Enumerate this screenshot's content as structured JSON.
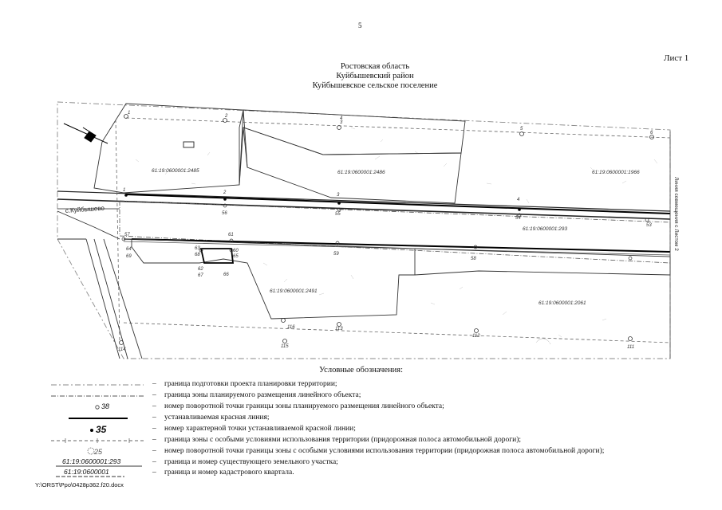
{
  "page_number": "5",
  "sheet_label": "Лист 1",
  "title": {
    "region": "Ростовская область",
    "district": "Куйбышевский район",
    "settlement": "Куйбышевское сельское поселение"
  },
  "plan": {
    "parcels": [
      "61:19:0600001:2485",
      "61:19:0600001:2486",
      "61:19:0600001:1966",
      "61:19:0600001:293",
      "61:19:0600001:2491",
      "61:19:0600001:2061"
    ],
    "village_label": "с.Куйбышево",
    "side_note": "Линия совмещения с Листом 2",
    "points_zone": [
      "1",
      "2",
      "3",
      "4",
      "5",
      "6",
      "111",
      "112",
      "113",
      "114",
      "115",
      "116"
    ],
    "points_boundary": [
      "56",
      "55",
      "54",
      "53",
      "57",
      "60",
      "61",
      "62",
      "63",
      "65",
      "66",
      "67",
      "68",
      "69",
      "64",
      "59",
      "58"
    ],
    "points_red_line": [
      "1",
      "2",
      "3",
      "4"
    ]
  },
  "legend": {
    "title": "Условные обозначения:",
    "dash": "–",
    "items": [
      {
        "symbol": "",
        "text": "граница подготовки проекта планировки территории;"
      },
      {
        "symbol": "",
        "text": "граница зоны планируемого размещения линейного объекта;"
      },
      {
        "symbol": "38",
        "text": "номер поворотной точки границы зоны планируемого размещения линейного объекта;"
      },
      {
        "symbol": "",
        "text": "устанавливаемая красная линия;"
      },
      {
        "symbol": "35",
        "text": "номер характерной точки устанавливаемой красной линии;"
      },
      {
        "symbol": "",
        "text": "граница зоны с особыми условиями использования территории (придорожная полоса автомобильной дороги);"
      },
      {
        "symbol": "25",
        "text": "номер поворотной точки границы зоны с особыми условиями использования территории (придорожная полоса автомобильной дороги);"
      },
      {
        "symbol": "61:19:0600001:293",
        "text": "граница и номер существующего земельного участка;"
      },
      {
        "symbol": "61:19:0600001",
        "text": "граница и номер кадастрового квартала."
      }
    ]
  },
  "file_path": "Y:\\ORST\\Ppo\\0428p362.f20.docx"
}
